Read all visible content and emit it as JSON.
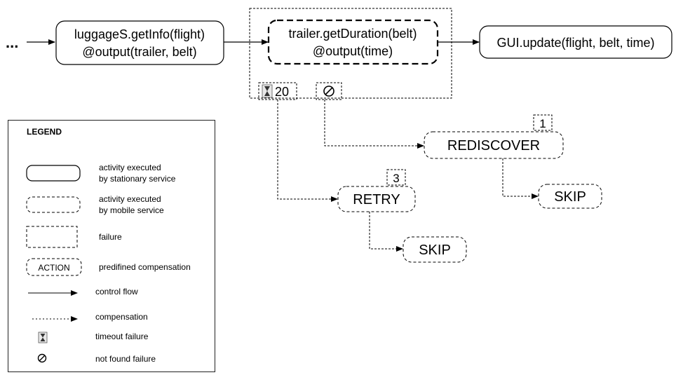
{
  "flow": {
    "start_ellipsis": "...",
    "luggage_call": "luggageS.getInfo(flight)",
    "luggage_output": "@output(trailer, belt)",
    "trailer_call": "trailer.getDuration(belt)",
    "trailer_output": "@output(time)",
    "gui_call": "GUI.update(flight, belt, time)"
  },
  "failures": {
    "timeout_value": "20",
    "timeout_icon": "hourglass-icon",
    "not_found_icon": "prohibited-icon"
  },
  "compensations": {
    "rediscover": {
      "label": "REDISCOVER",
      "count": "1"
    },
    "rediscover_skip": "SKIP",
    "retry": {
      "label": "RETRY",
      "count": "3"
    },
    "retry_skip": "SKIP"
  },
  "legend": {
    "title": "LEGEND",
    "stationary_line1": "activity executed",
    "stationary_line2": "by stationary service",
    "mobile_line1": "activity executed",
    "mobile_line2": "by mobile service",
    "failure": "failure",
    "action_sample": "ACTION",
    "predefined": "predifined compensation",
    "control_flow": "control flow",
    "compensation": "compensation",
    "timeout_failure": "timeout failure",
    "not_found_failure": "not found failure"
  }
}
